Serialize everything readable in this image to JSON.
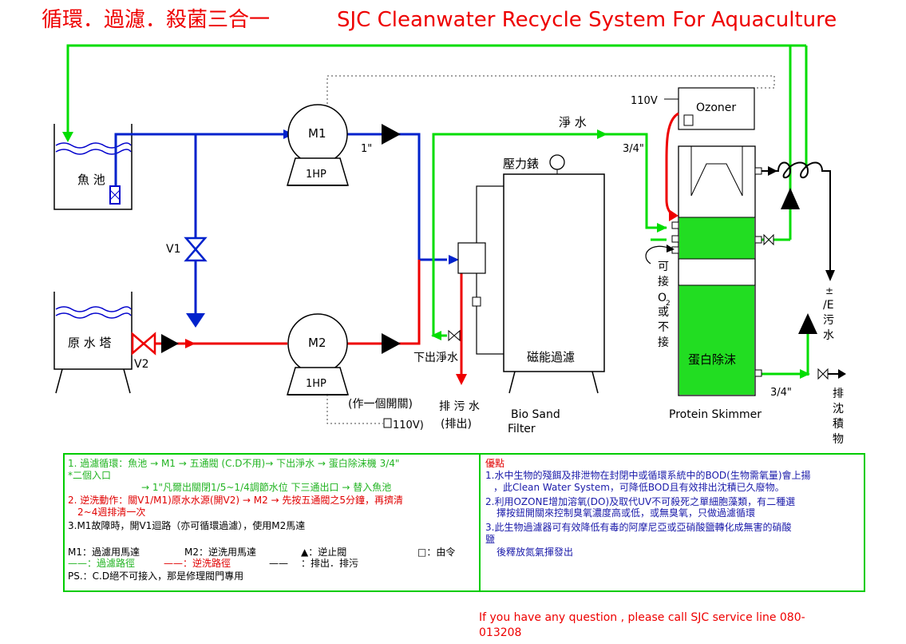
{
  "title": {
    "chinese": "循環．過濾．殺菌三合一",
    "english": "SJC Cleanwater Recycle System For Aquaculture"
  },
  "labels": {
    "fish_pond": "魚 池",
    "raw_water_tower": "原 水 塔",
    "m1": "M1",
    "m2": "M2",
    "hp1": "1HP",
    "hp2": "1HP",
    "v1": "V1",
    "v2": "V2",
    "pipe_1in": "1\"",
    "clean_water": "淨 水",
    "pipe_34_top": "3/4\"",
    "pipe_34_bottom": "3/4\"",
    "volt_ozoner": "110V",
    "ozoner": "Ozoner",
    "pressure_gauge": "壓力錶",
    "magnetic_filter": "磁能過濾",
    "lower_clean_water": "下出淨水",
    "drain_sewage": "排 污 水",
    "drain_out": "(排出)",
    "switch_note": "(作一個開關)",
    "volt_switch": "110V)",
    "bio_sand": "Bio Sand",
    "filter": "Filter",
    "o2_connect_1": "可",
    "o2_connect_2": "接",
    "o2_connect_3": "O",
    "o2_connect_sub": "2",
    "o2_connect_4": "或",
    "o2_connect_5": "不",
    "o2_connect_6": "接",
    "protein_removal": "蛋白除沫",
    "protein_skimmer": "Protein Skimmer",
    "sewage_side_1": "±",
    "sewage_side_2": "/E",
    "sewage_side_3": "污",
    "sewage_side_4": "水",
    "sediment_1": "排",
    "sediment_2": "沈",
    "sediment_3": "積",
    "sediment_4": "物"
  },
  "legend_left": {
    "l1": "1. 過濾循環：魚池 → M1 → 五通閥 (C.D不用)→ 下出淨水 → 蛋白除沫機 3/4\"",
    "l2": "*二個入口",
    "l3": "→ 1\"凡爾出關閉1/5~1/4調節水位  下三通出口 → 替入魚池",
    "l4": "2. 逆洗動作：關V1/M1)原水水源(開V2) → M2 →  先按五通閥之5分鐘，再擠清",
    "l5": "2~4週排清一次",
    "l6": "3.M1故障時，開V1迴路（亦可循環過濾），使用M2馬達",
    "l7a": "M1：過濾用馬達",
    "l7b": "M2：逆洗用馬達",
    "l7c": "▲：逆止閥",
    "l7d": "□：由令",
    "l8a": "——：過濾路徑",
    "l8b": "——：逆洗路徑",
    "l8c": "——",
    "l8d": "：排出．排污",
    "l9": "PS.：C.D絕不可接入，那是修理閥門專用"
  },
  "legend_right": {
    "heading": "優點",
    "p1a": "1.水中生物的殘餌及排泄物在封閉中或循環系統中的BOD(生物需氧量)會上揚",
    "p1b": "，此Clean Water System，可降低BOD且有效排出沈積已久廢物。",
    "p2a": "2.利用OZONE增加溶氧(DO)及取代UV不可殺死之單細胞藻類，有二種選",
    "p2b": "擇按鈕開關來控制臭氧濃度高或低，或無臭氧，只做過濾循環",
    "p3a": "3.此生物過濾器可有效降低有毒的阿摩尼亞或亞硝酸鹽轉化成無害的硝酸",
    "p3b": "鹽",
    "p3c": "後釋放氮氣揮發出"
  },
  "footer": {
    "line1": "If you have any question , please call SJC service line 080-",
    "line2": "013208"
  },
  "colors": {
    "filter_path": "#00dd00",
    "backwash_path": "#ee0000",
    "blue_path": "#0022cc",
    "chinese_title": "#ee0000",
    "english_title": "#ee0000",
    "skimmer_fill": "#22dd22",
    "advantages_text": "#1a1aaa"
  }
}
